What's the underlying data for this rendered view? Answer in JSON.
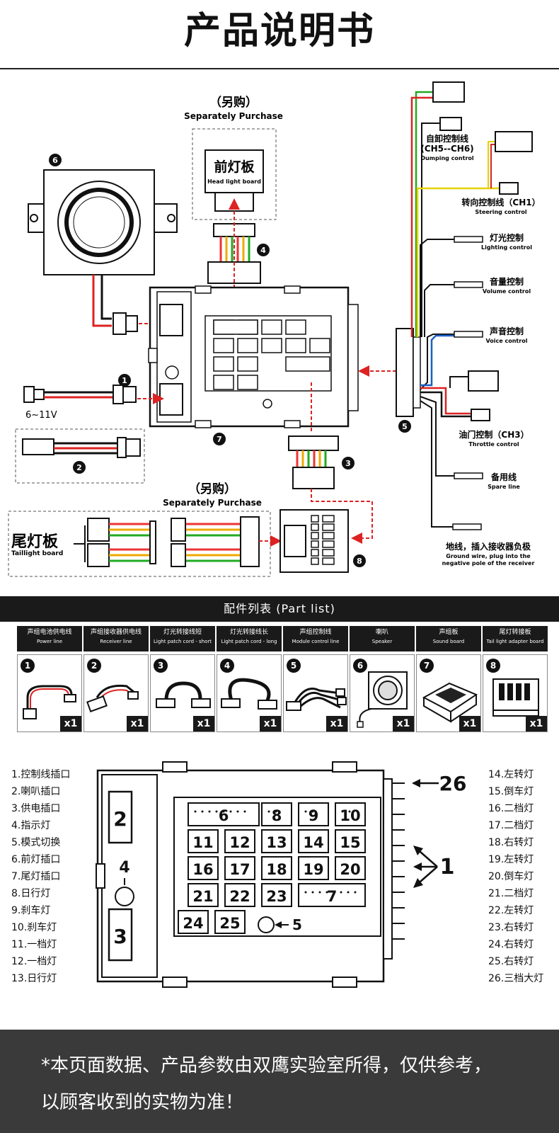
{
  "title": "产品说明书",
  "wiring": {
    "separately_purchase_cn": "（另购）",
    "separately_purchase_en": "Separately Purchase",
    "headlight_board_cn": "前灯板",
    "headlight_board_en": "Head light board",
    "taillight_board_cn": "尾灯板",
    "taillight_board_en": "Taillight board",
    "voltage": "6~11V",
    "callouts": [
      "1",
      "2",
      "3",
      "4",
      "5",
      "6",
      "7",
      "8"
    ],
    "lines": [
      {
        "cn": "自卸控制线",
        "cn2": "(CH5--CH6)",
        "en": "Dumping control"
      },
      {
        "cn": "转向控制线（CH1）",
        "en": "Steering control"
      },
      {
        "cn": "灯光控制",
        "en": "Lighting control"
      },
      {
        "cn": "音量控制",
        "en": "Volume control"
      },
      {
        "cn": "声音控制",
        "en": "Voice control"
      },
      {
        "cn": "油门控制（CH3）",
        "en": "Throttle control"
      },
      {
        "cn": "备用线",
        "en": "Spare line"
      },
      {
        "cn": "地线，插入接收器负极",
        "en": "Ground wire, plug into the",
        "en2": "negative pole of the receiver"
      }
    ]
  },
  "part_list": {
    "title": "配件列表   (Part list)",
    "items": [
      {
        "num": "1",
        "cn": "声组电池供电线",
        "en": "Power line",
        "qty": "x1",
        "icon": "power-line-icon"
      },
      {
        "num": "2",
        "cn": "声组接收器供电线",
        "en": "Receiver line",
        "qty": "x1",
        "icon": "receiver-line-icon"
      },
      {
        "num": "3",
        "cn": "灯光转接线短",
        "en": "Light patch cord - short",
        "qty": "x1",
        "icon": "short-cord-icon"
      },
      {
        "num": "4",
        "cn": "灯光转接线长",
        "en": "Light patch cord - long",
        "qty": "x1",
        "icon": "long-cord-icon"
      },
      {
        "num": "5",
        "cn": "声组控制线",
        "en": "Module control line",
        "qty": "x1",
        "icon": "control-line-icon"
      },
      {
        "num": "6",
        "cn": "喇叭",
        "en": "Speaker",
        "qty": "x1",
        "icon": "speaker-icon"
      },
      {
        "num": "7",
        "cn": "声组板",
        "en": "Sound board",
        "qty": "x1",
        "icon": "sound-board-icon"
      },
      {
        "num": "8",
        "cn": "尾灯转接板",
        "en": "Tail light adapter board",
        "qty": "x1",
        "icon": "adapter-board-icon"
      }
    ]
  },
  "ports_left": [
    "1.控制线插口",
    "2.喇叭插口",
    "3.供电插口",
    "4.指示灯",
    "5.模式切换",
    "6.前灯插口",
    "7.尾灯插口",
    "8.日行灯",
    "9.刹车灯",
    "10.刹车灯",
    "11.一档灯",
    "12.一档灯",
    "13.日行灯"
  ],
  "ports_right": [
    "14.左转灯",
    "15.倒车灯",
    "16.二档灯",
    "17.二档灯",
    "18.右转灯",
    "19.左转灯",
    "20.倒车灯",
    "21.二档灯",
    "22.左转灯",
    "23.右转灯",
    "24.右转灯",
    "25.右转灯",
    "26.三档大灯"
  ],
  "board_labels": [
    "1",
    "2",
    "3",
    "4",
    "5",
    "6",
    "7",
    "8",
    "9",
    "10",
    "11",
    "12",
    "13",
    "14",
    "15",
    "16",
    "17",
    "18",
    "19",
    "20",
    "21",
    "22",
    "23",
    "24",
    "25",
    "26"
  ],
  "footer": {
    "line1": "*本页面数据、产品参数由双鹰实验室所得，仅供参考，",
    "line2": "以顾客收到的实物为准！"
  }
}
